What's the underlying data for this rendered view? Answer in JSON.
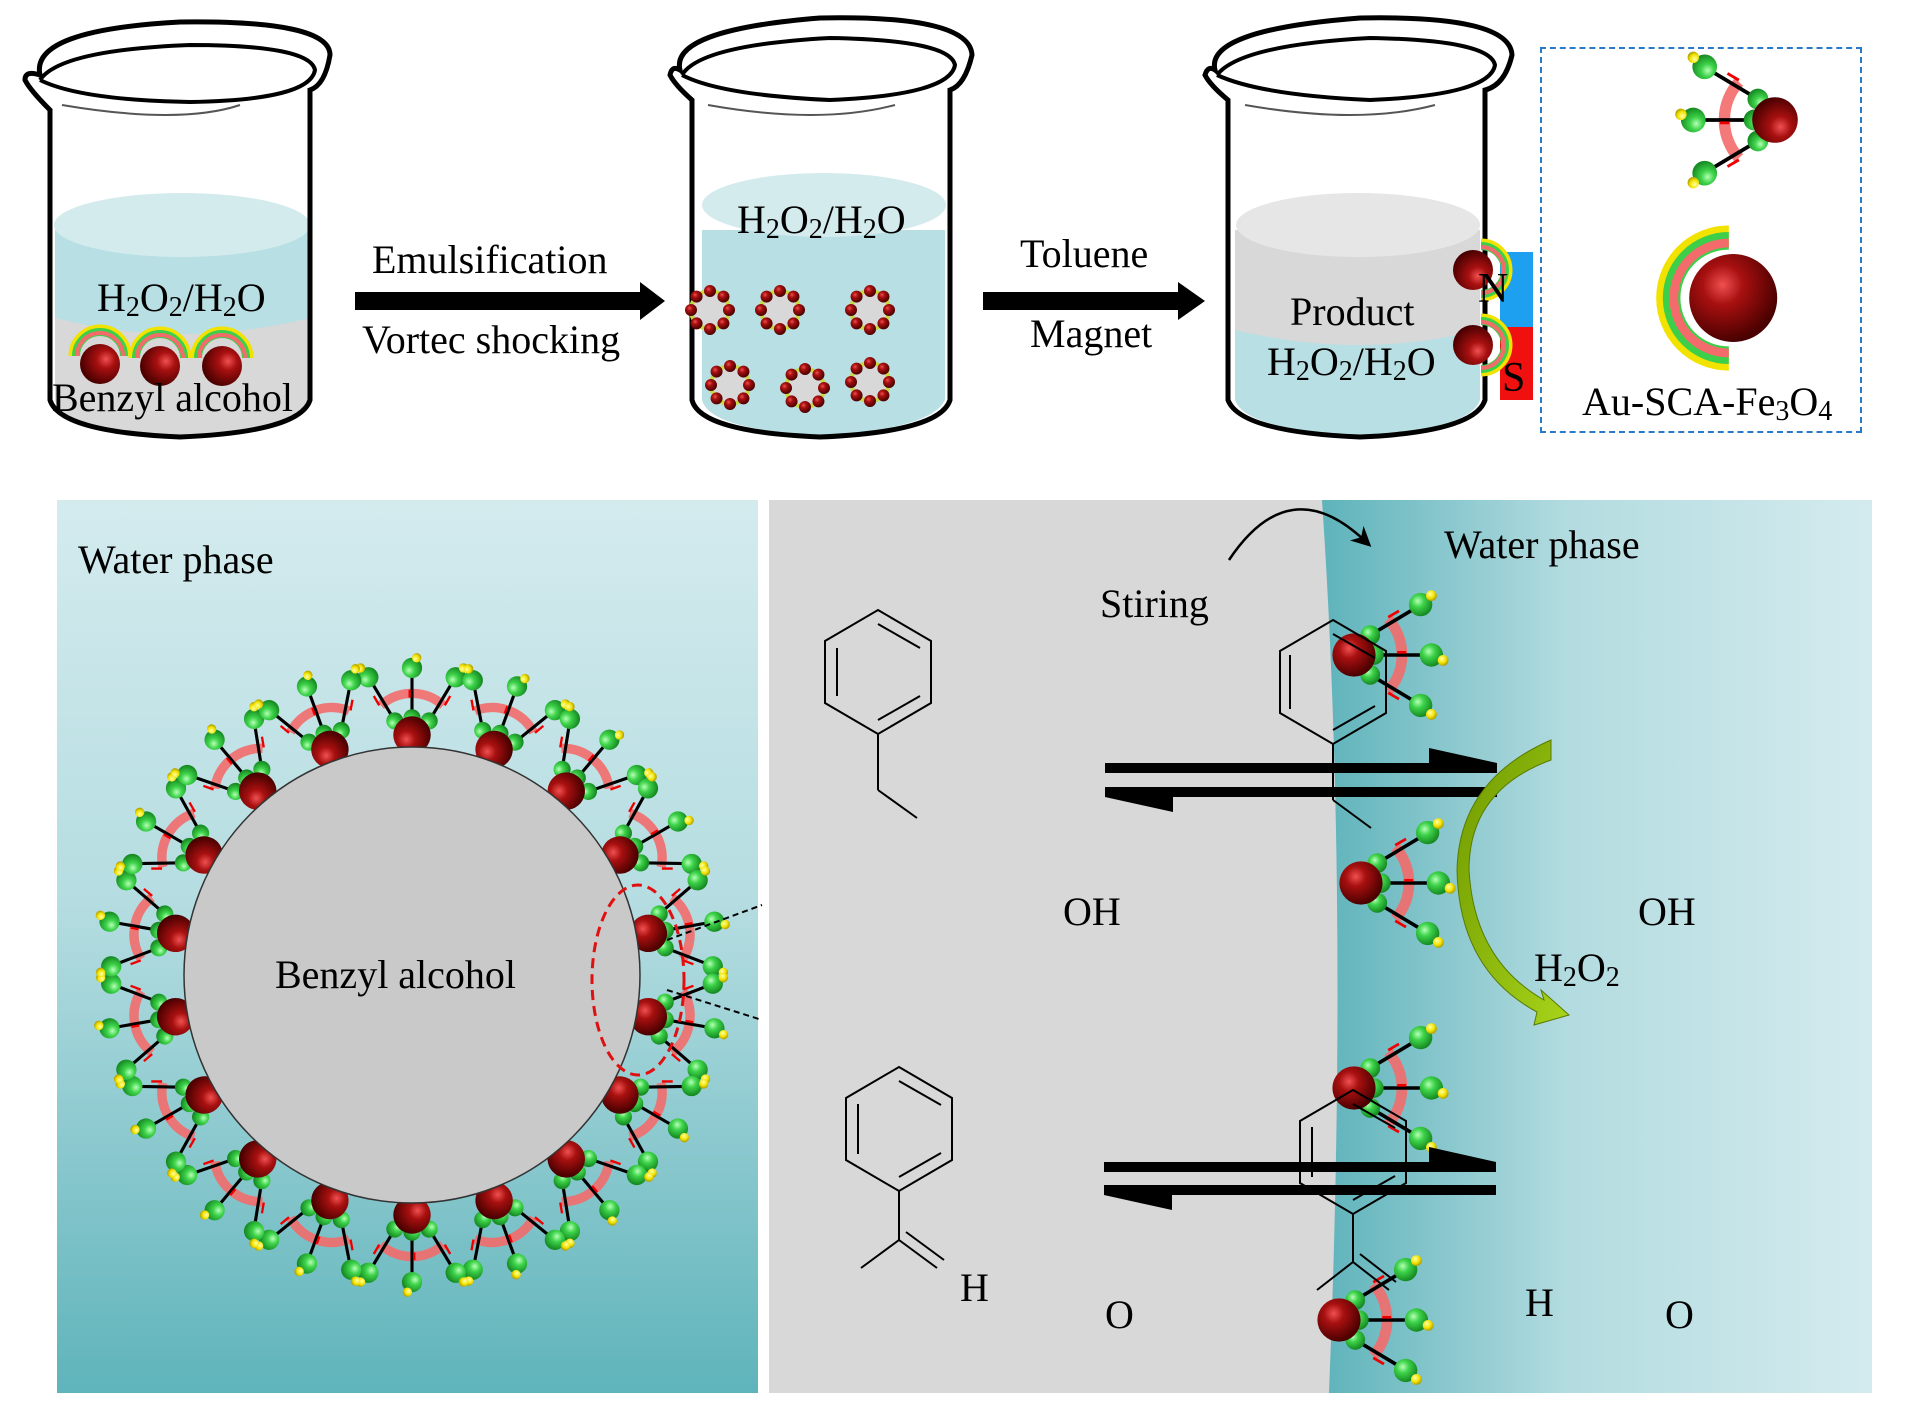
{
  "figure": {
    "top_row": {
      "beaker1": {
        "upper_label": "H2O2/H2O",
        "lower_label": "Benzyl alcohol"
      },
      "step1": {
        "above": "Emulsification",
        "below": "Vortec shocking"
      },
      "beaker2": {
        "label": "H2O2/H2O",
        "droplet_count": 6
      },
      "step2": {
        "above": "Toluene",
        "below": "Magnet"
      },
      "beaker3": {
        "upper_label": "Product",
        "lower_label": "H2O2/H2O",
        "magnet_north": "N",
        "magnet_south": "S"
      },
      "legend": {
        "label": "Au-SCA-Fe3O4"
      }
    },
    "bottom_left": {
      "phase_label": "Water phase",
      "core_label": "Benzyl alcohol"
    },
    "bottom_right": {
      "stir_label": "Stiring",
      "phase_label": "Water phase",
      "oxidant_label": "H2O2",
      "left_alcohol_group": "OH",
      "right_alcohol_group": "OH",
      "left_aldehyde_h": "H",
      "left_aldehyde_o": "O",
      "right_aldehyde_h": "H",
      "right_aldehyde_o": "O"
    },
    "colors": {
      "water_light": "#d4ebee",
      "water_dark": "#5fb4bb",
      "oil_gray": "#d8d8d8",
      "core_gray": "#c9c9c9",
      "particle_red": "#8b0a0a",
      "ligand_green": "#3ecf4a",
      "ligand_yellow": "#f2e200",
      "shell_pink": "#f36b6b",
      "magnet_blue": "#1ea0f0",
      "magnet_red": "#f01010",
      "arrow_green": "#8cbf10",
      "legend_border": "#2a78c8"
    }
  }
}
